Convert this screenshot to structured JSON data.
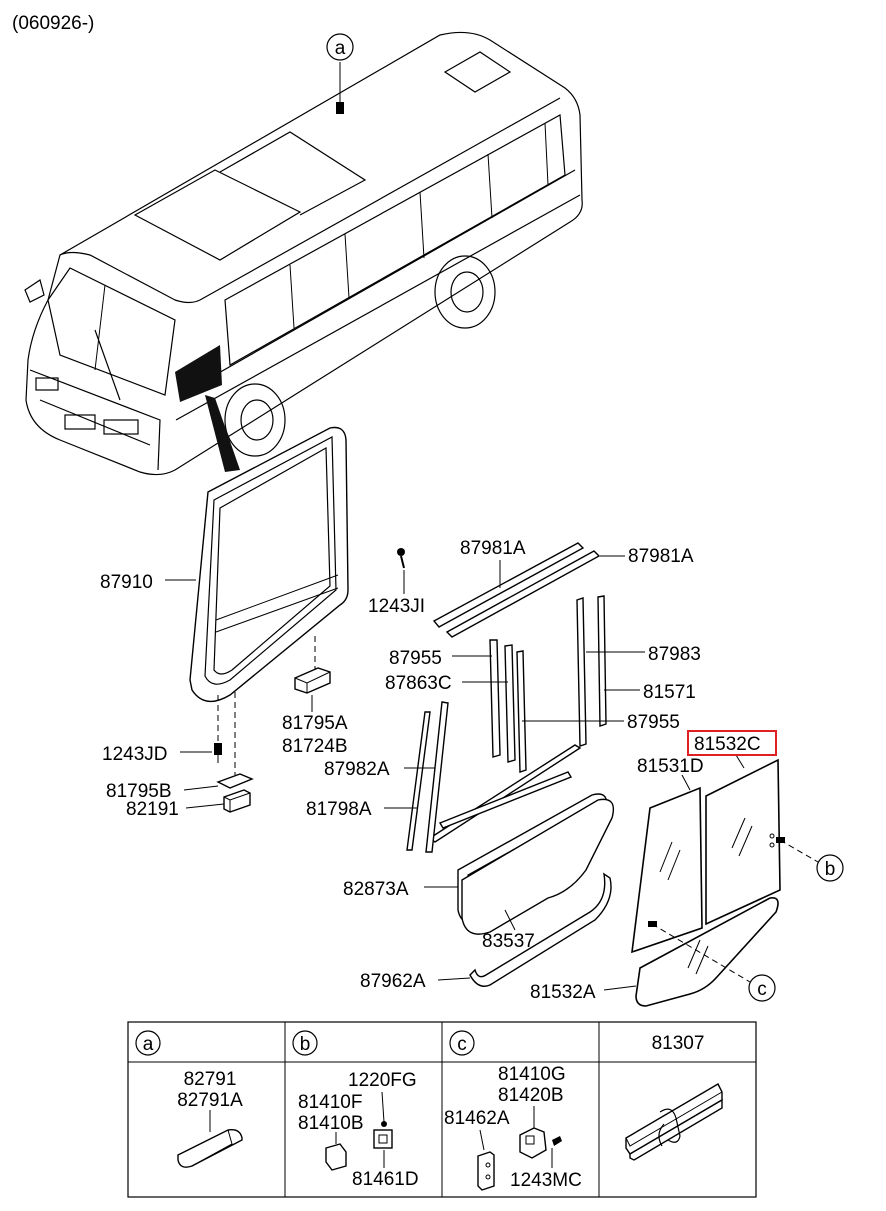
{
  "header": {
    "date_code": "(060926-)"
  },
  "callouts": {
    "a": "a",
    "b": "b",
    "c": "c"
  },
  "highlight_color": "#e02020",
  "labels": {
    "p87910": "87910",
    "p1243JD": "1243JD",
    "p81795B": "81795B",
    "p82191": "82191",
    "p81795A": "81795A",
    "p81724B": "81724B",
    "p1243JI": "1243JI",
    "p87981A_1": "87981A",
    "p87981A_2": "87981A",
    "p87955_1": "87955",
    "p87863C": "87863C",
    "p87983": "87983",
    "p81571": "81571",
    "p87955_2": "87955",
    "p87982A": "87982A",
    "p81798A": "81798A",
    "p81532C": "81532C",
    "p81531D": "81531D",
    "p82873A": "82873A",
    "p83537": "83537",
    "p87962A": "87962A",
    "p81532A": "81532A"
  },
  "table": {
    "headers": {
      "a": "a",
      "b": "b",
      "c": "c",
      "d": "81307"
    },
    "cell_a": {
      "l1": "82791",
      "l2": "82791A"
    },
    "cell_b": {
      "l1": "1220FG",
      "l2": "81410F",
      "l3": "81410B",
      "l4": "81461D"
    },
    "cell_c": {
      "l1": "81410G",
      "l2": "81420B",
      "l3": "81462A",
      "l4": "1243MC"
    }
  }
}
